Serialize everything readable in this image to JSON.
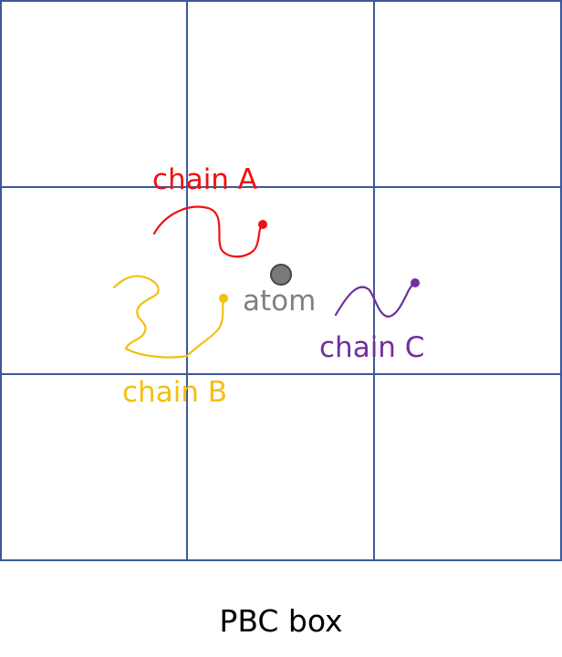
{
  "caption": "PBC box",
  "atom": {
    "label": "atom",
    "color": "#7a7a7a",
    "label_color": "#808080"
  },
  "chains": [
    {
      "id": "a",
      "label": "chain A",
      "color": "#ee1111"
    },
    {
      "id": "b",
      "label": "chain B",
      "color": "#f2c010"
    },
    {
      "id": "c",
      "label": "chain C",
      "color": "#7030a0"
    }
  ],
  "colors": {
    "grid": "#3c5a9a"
  }
}
